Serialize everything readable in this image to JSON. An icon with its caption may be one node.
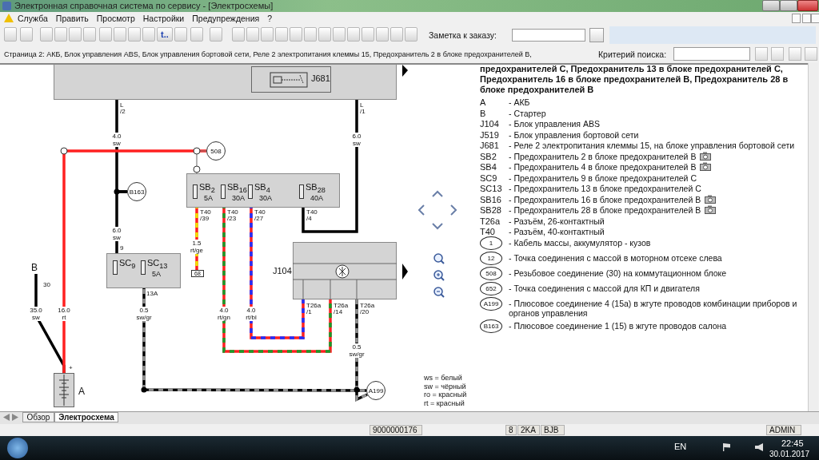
{
  "diagram": {
    "title": "Электронная справочная система по сервису - [Электросхемы]",
    "nodes": [
      {
        "text": [],
        "shape": "box"
      },
      {
        "text": [
          "J681"
        ],
        "in": 0
      },
      {
        "text": [
          "508"
        ]
      },
      {
        "text": [
          "B163"
        ]
      },
      {
        "text": [],
        "shape": "box"
      },
      {
        "text": [
          "SB$_{2}$",
          "5A"
        ],
        "in": 4
      },
      {
        "text": [
          "SB$_{16}$",
          "30A"
        ],
        "in": 4
      },
      {
        "text": [
          "SB$_{4}$",
          "30A"
        ],
        "in": 4
      },
      {
        "text": [
          "SB$_{28}$",
          "40A"
        ],
        "in": 4
      },
      {
        "text": [],
        "shape": "box"
      },
      {
        "text": [
          "SC$_{9}$"
        ],
        "in": 9
      },
      {
        "text": [
          "SC$_{13}$",
          "5A"
        ],
        "in": 9
      },
      {
        "text": [
          "68"
        ]
      },
      {
        "text": [
          "J104"
        ]
      },
      {
        "text": [
          "A"
        ]
      },
      {
        "text": [
          "B"
        ]
      },
      {
        "text": [
          "A199"
        ]
      }
    ],
    "edges": [
      {
        "from": 0,
        "to": 3,
        "arrow": "none",
        "label": "4.0 sw"
      },
      {
        "from": 3,
        "to": 10,
        "arrow": "none",
        "label": "6.0 sw"
      },
      {
        "from": 15,
        "to": 14,
        "arrow": "none",
        "label": "35.0 sw"
      },
      {
        "from": 14,
        "to": 2,
        "arrow": "none",
        "label": "16.0 rt",
        "color": "#ff2020"
      },
      {
        "from": 2,
        "to": 4,
        "arrow": "none",
        "color": "#808080"
      },
      {
        "from": 5,
        "to": 12,
        "arrow": "none",
        "label": "1.5 rt/ge",
        "color": "#ff2020"
      },
      {
        "from": 6,
        "to": 13,
        "arrow": "none",
        "label": "4.0 rt/gn",
        "color": "#ff2020"
      },
      {
        "from": 7,
        "to": 13,
        "arrow": "none",
        "label": "4.0 rt/bl",
        "color": "#ff2020"
      },
      {
        "from": 8,
        "to": 0,
        "arrow": "none",
        "label": "6.0 sw"
      },
      {
        "from": 11,
        "to": 16,
        "arrow": "none",
        "label": "0.5 sw/gr"
      },
      {
        "from": 13,
        "to": 16,
        "arrow": "none",
        "label": "0.5 sw/gr"
      }
    ],
    "labels": [
      "Служба",
      "Править",
      "Просмотр",
      "Настройки",
      "Предупреждения",
      "?",
      "t..",
      "Заметка к заказу:",
      "Страница 2: АКБ, Блок управления ABS, Блок управления бортовой сети, Реле 2 электропитания клеммы 15, Предохранитель 2 в блоке предохранителей B,",
      "Критерий поиска:",
      "L /2",
      "L /1",
      "30",
      "+",
      "9",
      "13A",
      "T40 /39",
      "T40 /23",
      "T40 /27",
      "T40 /4",
      "T26a /1",
      "T26a /14",
      "T26a /20",
      "предохранителей C, Предохранитель 13 в блоке предохранителей C, Предохранитель 16 в блоке предохранителей B, Предохранитель 28 в блоке предохранителей B",
      "A",
      "- АКБ",
      "B",
      "- Стартер",
      "J104",
      "- Блок управления ABS",
      "J519",
      "- Блок управления бортовой сети",
      "J681",
      "- Реле 2 электропитания клеммы 15, на блоке управления бортовой сети",
      "SB2",
      "- Предохранитель 2 в блоке предохранителей B",
      "SB4",
      "- Предохранитель 4 в блоке предохранителей B",
      "SC9",
      "- Предохранитель 9 в блоке предохранителей C",
      "SC13",
      "- Предохранитель 13 в блоке предохранителей C",
      "SB16",
      "- Предохранитель 16 в блоке предохранителей B",
      "SB28",
      "- Предохранитель 28 в блоке предохранителей B",
      "T26a",
      "- Разъём, 26-контактный",
      "T40",
      "- Разъём, 40-контактный",
      "1",
      "- Кабель массы, аккумулятор - кузов",
      "12",
      "- Точка соединения с массой в моторном отсеке слева",
      "508",
      "- Резьбовое соединение (30) на коммутационном блоке",
      "652",
      "- Точка соединения с массой для КП и двигателя",
      "A199",
      "- Плюсовое соединение 4 (15a) в жгуте проводов комбинации приборов и органов управления",
      "B163",
      "- Плюсовое соединение 1 (15) в жгуте проводов салона",
      "ws = белый",
      "sw = чёрный",
      "ro = красный",
      "rt = красный",
      "Обзор",
      "Электросхема",
      "9000000176",
      "8",
      "2KA",
      "BJB",
      "ADMIN",
      "EN",
      "22:45",
      "30.01.2017"
    ]
  }
}
